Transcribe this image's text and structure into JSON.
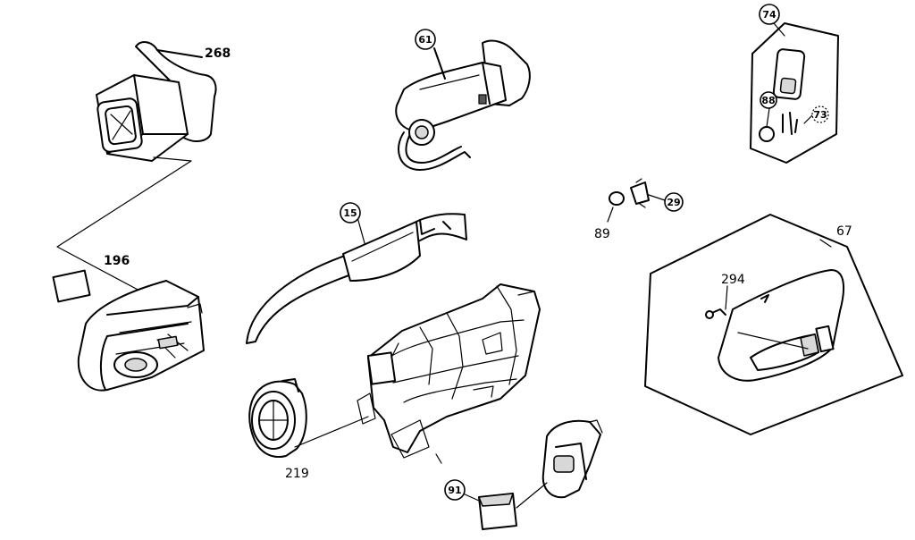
{
  "callouts": {
    "c268": "268",
    "c61": "61",
    "c74": "74",
    "c88": "88",
    "c73": "73",
    "c196": "196",
    "c15": "15",
    "c29": "29",
    "c89": "89",
    "c67": "67",
    "c294": "294",
    "c219": "219",
    "c91": "91"
  }
}
